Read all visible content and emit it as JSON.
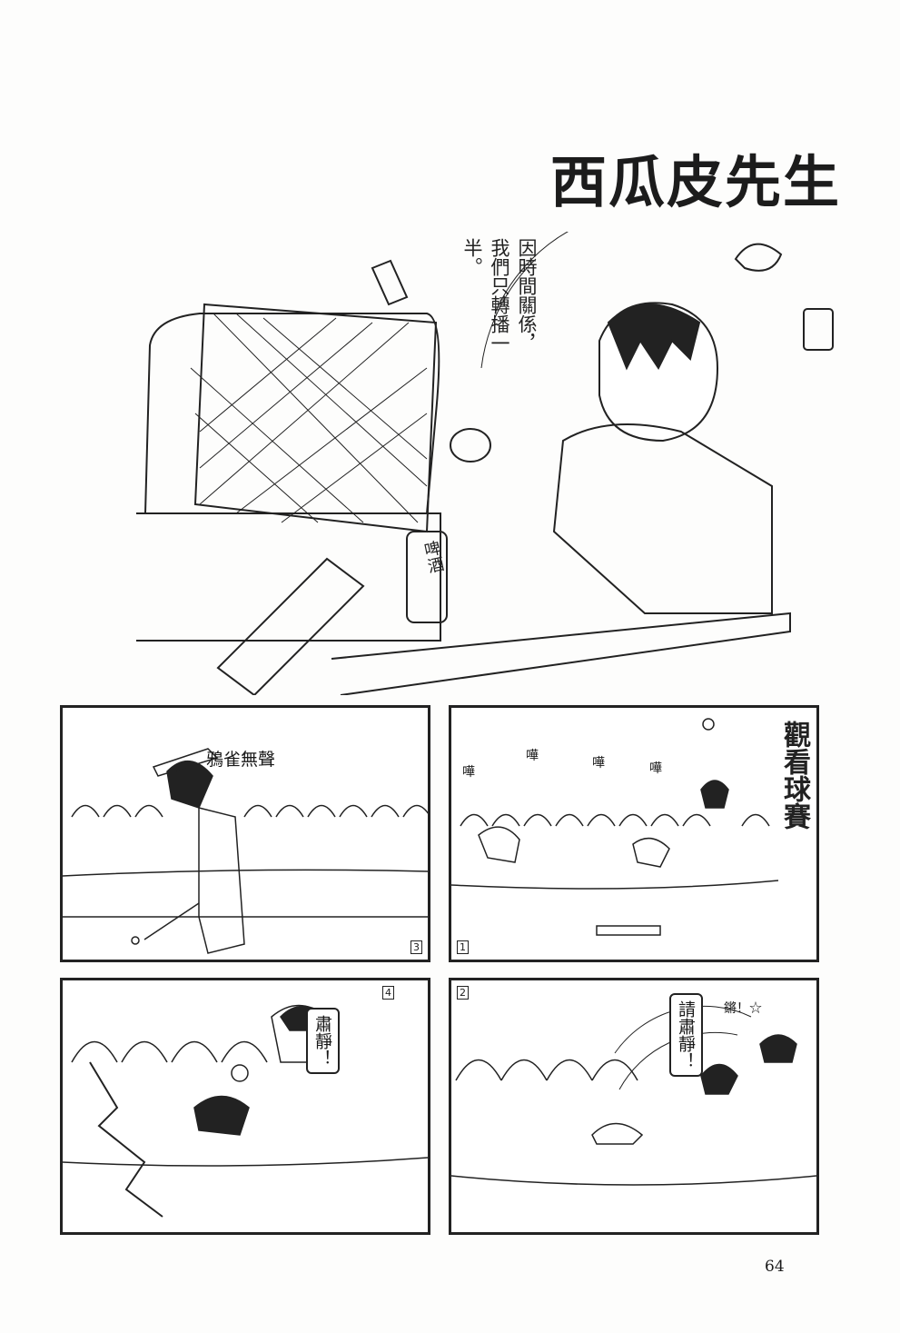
{
  "title": "西瓜皮先生",
  "top_illustration": {
    "speech": "因時間關係，我們只轉播一半。",
    "can_label": "啤酒"
  },
  "panels": [
    {
      "number": "3",
      "caption": "鴉雀無聲"
    },
    {
      "number": "1",
      "caption": "觀看球賽",
      "sounds": [
        "嘩",
        "嘩",
        "嘩",
        "嘩"
      ]
    },
    {
      "number": "4",
      "sign": "肅靜！"
    },
    {
      "number": "2",
      "sign": "請肅靜！",
      "sound": "鏘！☆"
    }
  ],
  "page_number": "64"
}
